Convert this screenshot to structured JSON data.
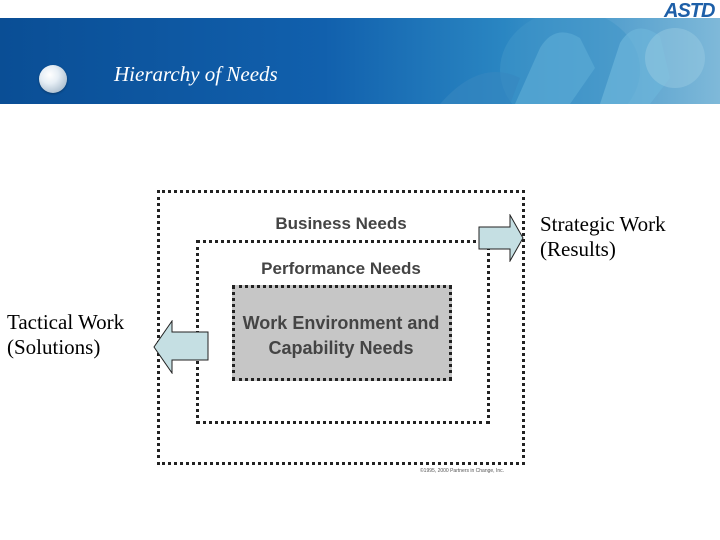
{
  "slide": {
    "title": "Hierarchy of Needs",
    "logo": "ASTD"
  },
  "diagram": {
    "levels": [
      {
        "label": "Business Needs"
      },
      {
        "label": "Performance Needs"
      },
      {
        "label": "Work Environment and Capability Needs"
      }
    ],
    "copyright": "©1995, 2000 Partners in Change, Inc."
  },
  "annotations": {
    "strategic": {
      "line1": "Strategic Work",
      "line2": "(Results)"
    },
    "tactical": {
      "line1": "Tactical Work",
      "line2": "(Solutions)"
    }
  },
  "colors": {
    "banner": "#1160ad",
    "arrow_fill": "#c5dfe3",
    "inner_box_fill": "#c6c6c6"
  }
}
